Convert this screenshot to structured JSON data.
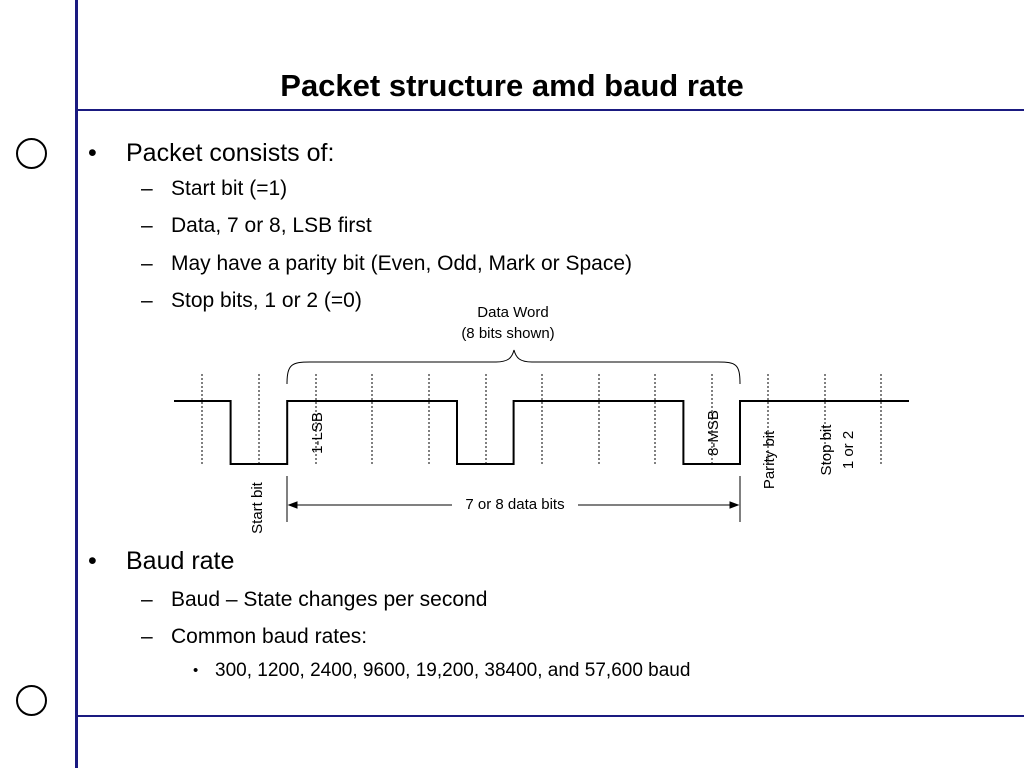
{
  "slide": {
    "title": "Packet structure amd baud rate"
  },
  "packet": {
    "heading": "Packet consists of:",
    "items": [
      "Start bit (=1)",
      "Data, 7 or 8, LSB first",
      "May have a parity bit (Even, Odd, Mark or Space)",
      "Stop bits, 1 or 2 (=0)"
    ]
  },
  "diagram": {
    "data_word_line1": "Data Word",
    "data_word_line2": "(8 bits shown)",
    "lsb_label": "1-LSB",
    "msb_label": "8-MSB",
    "parity_label": "Parity bit",
    "stop_line1": "Stop bit",
    "stop_line2": "1 or 2",
    "start_label": "Start bit",
    "data_bits_label": "7 or 8 data bits",
    "waveform_levels": [
      1,
      0,
      1,
      1,
      1,
      0,
      1,
      1,
      1,
      0,
      1,
      1,
      1
    ],
    "line_color": "#000000"
  },
  "baud": {
    "heading": "Baud rate",
    "items": [
      "Baud – State changes per second",
      "Common baud rates:"
    ],
    "rates": "300, 1200, 2400, 9600, 19,200, 38400, and 57,600 baud"
  },
  "markers": {
    "l1": "•",
    "l2": "–",
    "l3": "•"
  },
  "theme": {
    "rule_color": "#1a1a80"
  }
}
